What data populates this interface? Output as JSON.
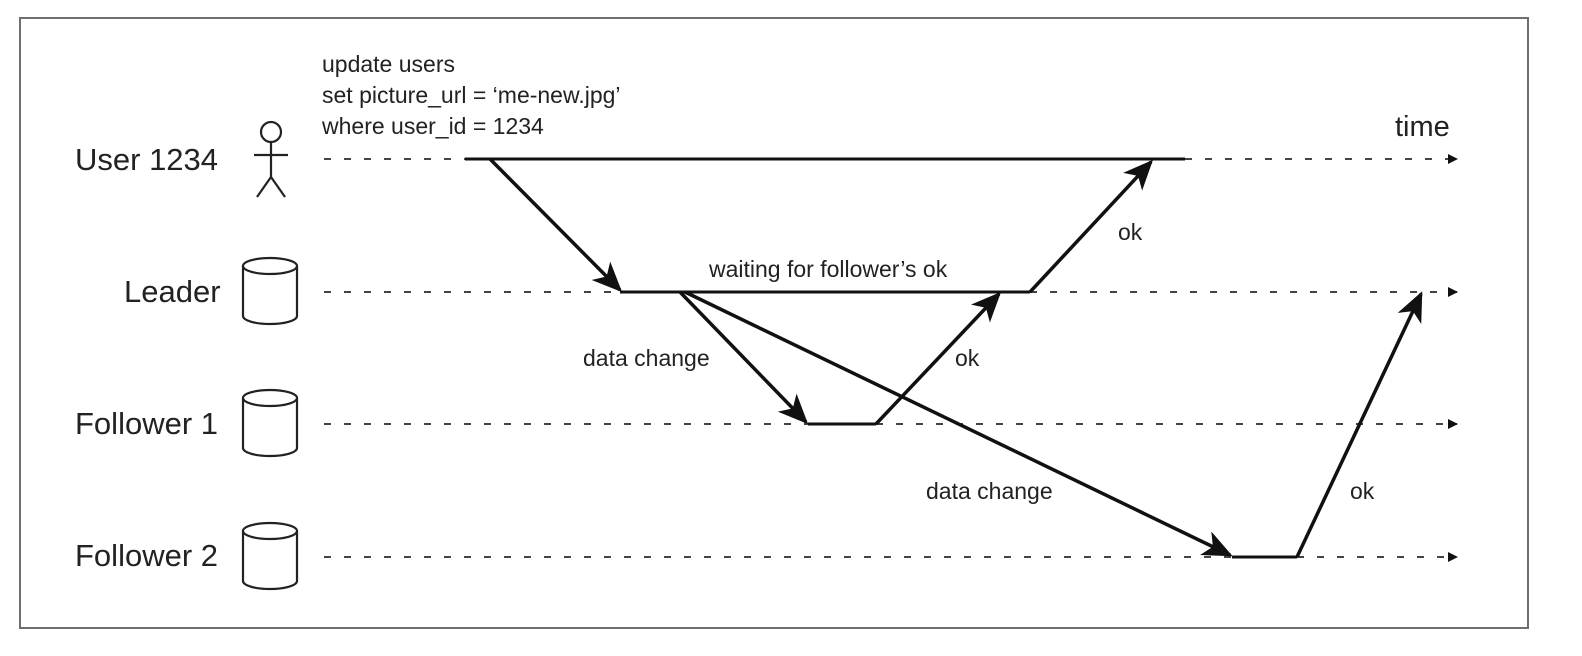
{
  "actors": {
    "user": "User 1234",
    "leader": "Leader",
    "follower1": "Follower 1",
    "follower2": "Follower 2"
  },
  "query": {
    "line1": "update users",
    "line2": "set picture_url = ‘me-new.jpg’",
    "line3": "where user_id = 1234"
  },
  "time_label": "time",
  "waiting_label": "waiting for follower’s ok",
  "labels": {
    "data_change_1": "data change",
    "data_change_2": "data change",
    "ok_follower1": "ok",
    "ok_leader": "ok",
    "ok_follower2": "ok"
  },
  "icons": {
    "user": "person-icon",
    "database": "database-cylinder-icon"
  }
}
